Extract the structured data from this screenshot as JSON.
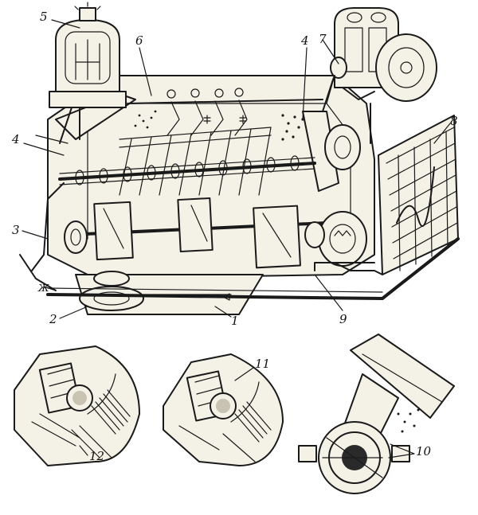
{
  "labels": {
    "l1": "1",
    "l2": "2",
    "l3": "3",
    "l4a": "4",
    "l4b": "4",
    "l5": "5",
    "l6": "6",
    "l7": "7",
    "l8": "8",
    "l9": "9",
    "l10": "10",
    "l11": "11",
    "l12": "12",
    "lzh": "Ж"
  },
  "colors": {
    "ink": "#1a1a1a",
    "paper": "#ffffff",
    "shade": "#c8c3b2"
  }
}
